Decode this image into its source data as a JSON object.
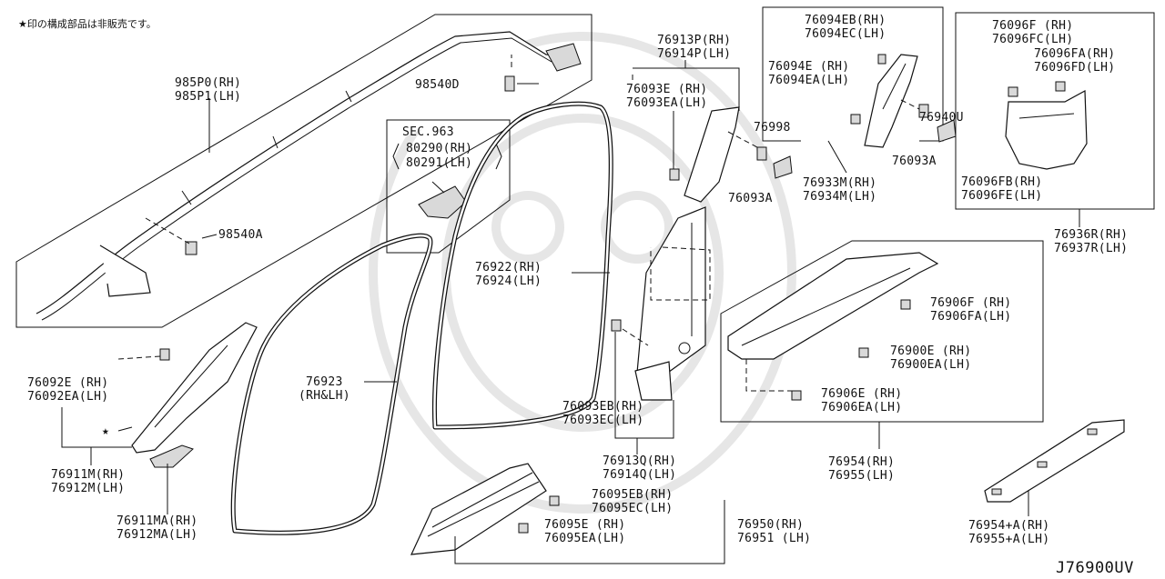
{
  "note": "★印の構成部品は非販売です。",
  "diagram_code": "J76900UV",
  "callouts": {
    "p985P0": "985P0(RH)",
    "p985P1": "985P1(LH)",
    "p98540D": "98540D",
    "p98540A": "98540A",
    "sec963": "SEC.963",
    "p80290": "80290(RH)",
    "p80291": "80291(LH)",
    "p76913P": "76913P(RH)",
    "p76914P": "76914P(LH)",
    "p76093E": "76093E (RH)",
    "p76093EA": "76093EA(LH)",
    "p76998": "76998",
    "p76093A_1": "76093A",
    "p76094EB": "76094EB(RH)",
    "p76094EC": "76094EC(LH)",
    "p76094E": "76094E (RH)",
    "p76094EA": "76094EA(LH)",
    "p76940U": "76940U",
    "p76093A_2": "76093A",
    "p76933M": "76933M(RH)",
    "p76934M": "76934M(LH)",
    "p76096F": "76096F (RH)",
    "p76096FC": "76096FC(LH)",
    "p76096FA": "76096FA(RH)",
    "p76096FD": "76096FD(LH)",
    "p76096FB": "76096FB(RH)",
    "p76096FE": "76096FE(LH)",
    "p76936R": "76936R(RH)",
    "p76937R": "76937R(LH)",
    "p76922": "76922(RH)",
    "p76924": "76924(LH)",
    "p76923": "76923",
    "p76923b": "(RH&LH)",
    "p76092E": "76092E (RH)",
    "p76092EA": "76092EA(LH)",
    "p76911M": "76911M(RH)",
    "p76912M": "76912M(LH)",
    "p76911MA": "76911MA(RH)",
    "p76912MA": "76912MA(LH)",
    "p76093EB": "76093EB(RH)",
    "p76093EC": "76093EC(LH)",
    "p76913Q": "76913Q(RH)",
    "p76914Q": "76914Q(LH)",
    "p76906F": "76906F (RH)",
    "p76906FA": "76906FA(LH)",
    "p76900E": "76900E (RH)",
    "p76900EA": "76900EA(LH)",
    "p76906E": "76906E (RH)",
    "p76906EA": "76906EA(LH)",
    "p76954": "76954(RH)",
    "p76955": "76955(LH)",
    "p76095EB": "76095EB(RH)",
    "p76095EC": "76095EC(LH)",
    "p76095E": "76095E (RH)",
    "p76095EA": "76095EA(LH)",
    "p76950": "76950(RH)",
    "p76951": "76951 (LH)",
    "p76954A": "76954+A(RH)",
    "p76955A": "76955+A(LH)"
  }
}
